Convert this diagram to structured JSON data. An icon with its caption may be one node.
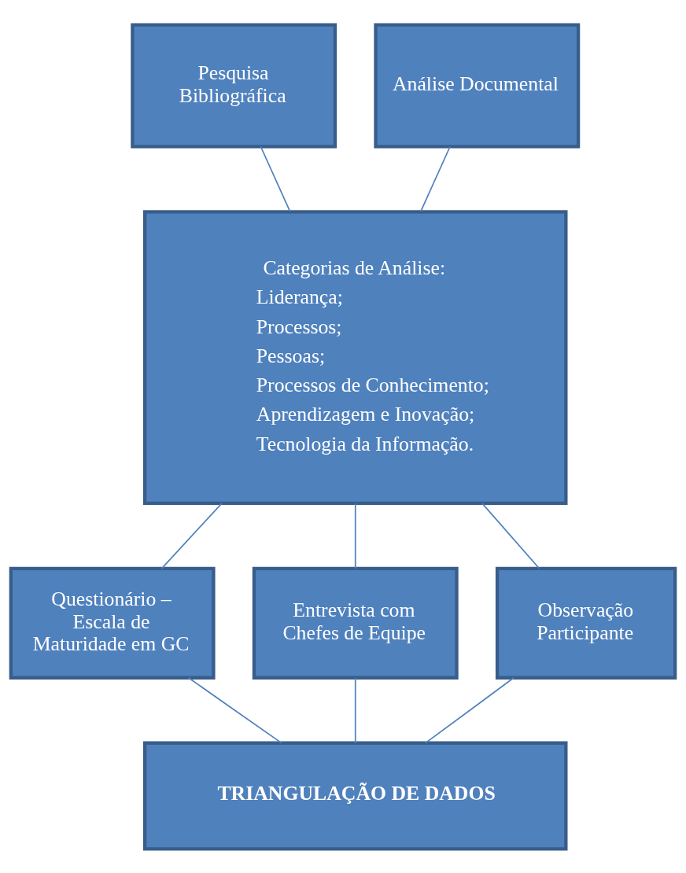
{
  "diagram": {
    "nodes": [
      {
        "text": [
          "Pesquisa Bibliográfica"
        ]
      },
      {
        "text": [
          "Análise Documental"
        ]
      },
      {
        "text": [
          "Categorias de Análise:",
          "Liderança;",
          "Processos;",
          "Pessoas;",
          "Processos de Conhecimento;",
          "Aprendizagem e Inovação;",
          "Tecnologia da Informação."
        ]
      },
      {
        "text": [
          "Questionário – Escala de Maturidade em GC"
        ]
      },
      {
        "text": [
          "Entrevista com Chefes de Equipe"
        ]
      },
      {
        "text": [
          "Observação Participante"
        ]
      },
      {
        "text": [
          "TRIANGULAÇÃO DE DADOS"
        ]
      }
    ],
    "edges": [
      {
        "from": 0,
        "to": 2,
        "arrow": "none"
      },
      {
        "from": 1,
        "to": 2,
        "arrow": "none"
      },
      {
        "from": 2,
        "to": 3,
        "arrow": "none"
      },
      {
        "from": 2,
        "to": 4,
        "arrow": "none"
      },
      {
        "from": 2,
        "to": 5,
        "arrow": "none"
      },
      {
        "from": 3,
        "to": 6,
        "arrow": "none"
      },
      {
        "from": 4,
        "to": 6,
        "arrow": "none"
      },
      {
        "from": 5,
        "to": 6,
        "arrow": "none"
      }
    ]
  }
}
